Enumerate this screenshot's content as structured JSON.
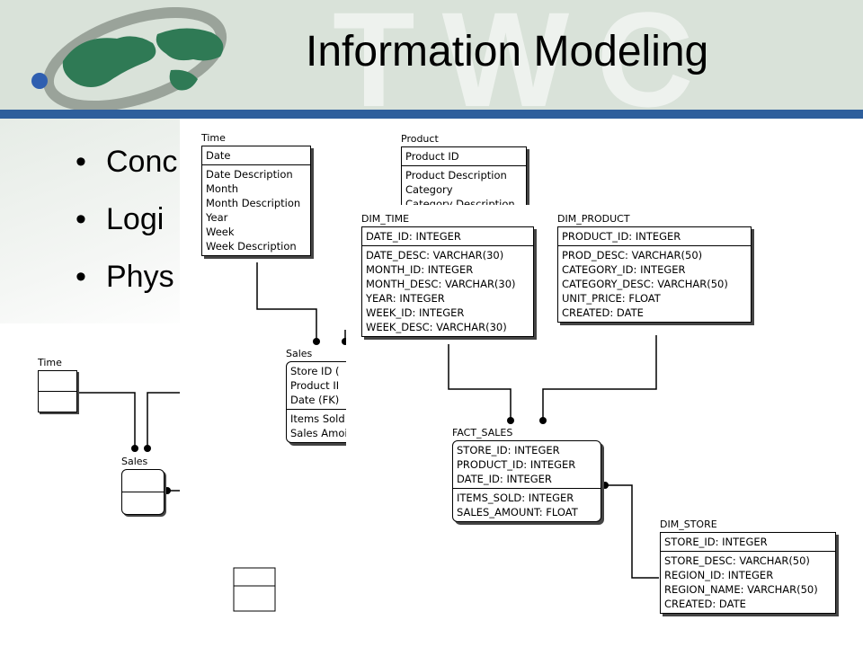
{
  "header": {
    "title": "Information Modeling",
    "watermark": "TWC"
  },
  "bullets": [
    "Conc",
    "Logi",
    "Phys"
  ],
  "conceptual": {
    "entities": [
      {
        "label": "Time"
      },
      {
        "label": "Sales"
      }
    ]
  },
  "logical": {
    "time": {
      "label": "Time",
      "key": [
        "Date"
      ],
      "attrs": [
        "Date Description",
        "Month",
        "Month Description",
        "Year",
        "Week",
        "Week Description"
      ]
    },
    "product": {
      "label": "Product",
      "key": [
        "Product ID"
      ],
      "attrs": [
        "Product Description",
        "Category",
        "Category Description"
      ]
    },
    "sales": {
      "label": "Sales",
      "key": [
        "Store ID (",
        "Product II",
        "Date (FK)"
      ],
      "attrs": [
        "Items Sold",
        "Sales Amoi"
      ]
    }
  },
  "physical": {
    "dim_time": {
      "label": "DIM_TIME",
      "key": [
        "DATE_ID: INTEGER"
      ],
      "attrs": [
        "DATE_DESC: VARCHAR(30)",
        "MONTH_ID: INTEGER",
        "MONTH_DESC: VARCHAR(30)",
        "YEAR: INTEGER",
        "WEEK_ID: INTEGER",
        "WEEK_DESC: VARCHAR(30)"
      ]
    },
    "dim_product": {
      "label": "DIM_PRODUCT",
      "key": [
        "PRODUCT_ID: INTEGER"
      ],
      "attrs": [
        "PROD_DESC: VARCHAR(50)",
        "CATEGORY_ID: INTEGER",
        "CATEGORY_DESC: VARCHAR(50)",
        "UNIT_PRICE: FLOAT",
        "CREATED: DATE"
      ]
    },
    "fact_sales": {
      "label": "FACT_SALES",
      "key": [
        "STORE_ID: INTEGER",
        "PRODUCT_ID: INTEGER",
        "DATE_ID: INTEGER"
      ],
      "attrs": [
        "ITEMS_SOLD: INTEGER",
        "SALES_AMOUNT: FLOAT"
      ]
    },
    "dim_store": {
      "label": "DIM_STORE",
      "key": [
        "STORE_ID: INTEGER"
      ],
      "attrs": [
        "STORE_DESC: VARCHAR(50)",
        "REGION_ID: INTEGER",
        "REGION_NAME: VARCHAR(50)",
        "CREATED: DATE"
      ]
    }
  },
  "colors": {
    "header_bg": "#d9e2d9",
    "header_rule": "#2e5f9c",
    "globe_green": "#2f7a55",
    "globe_dot": "#2f5fb0"
  }
}
